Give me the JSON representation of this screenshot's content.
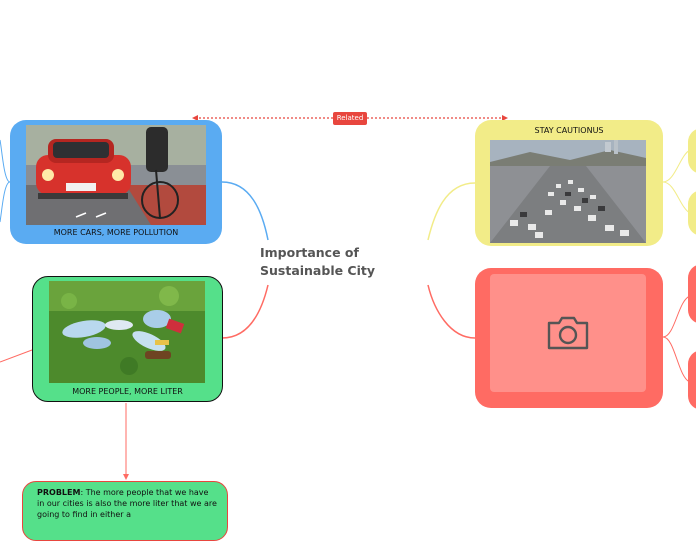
{
  "central_topic": "Importance of Sustainable City",
  "relation_label": "Related",
  "nodes": {
    "cars": {
      "label": "MORE CARS, MORE POLLUTION",
      "image": "red car and cyclist on road",
      "color": "#5aabf2"
    },
    "people": {
      "label": "MORE PEOPLE, MORE LITER",
      "image": "plastic bottles on grass",
      "color": "#55e08a"
    },
    "cautious": {
      "label": "STAY CAUTIONUS",
      "image": "freeway traffic jam",
      "color": "#f2ec88"
    },
    "camera": {
      "icon": "camera-icon",
      "color": "#ff6b63"
    }
  },
  "problem_note": {
    "heading": "PROBLEM",
    "text": ": The more people that we have in our cities is also the more liter that we are going to find in either a"
  },
  "colors": {
    "blue": "#5aabf2",
    "green": "#55e08a",
    "yellow": "#f2ec88",
    "red": "#ff6b63",
    "related": "#e8463e"
  }
}
